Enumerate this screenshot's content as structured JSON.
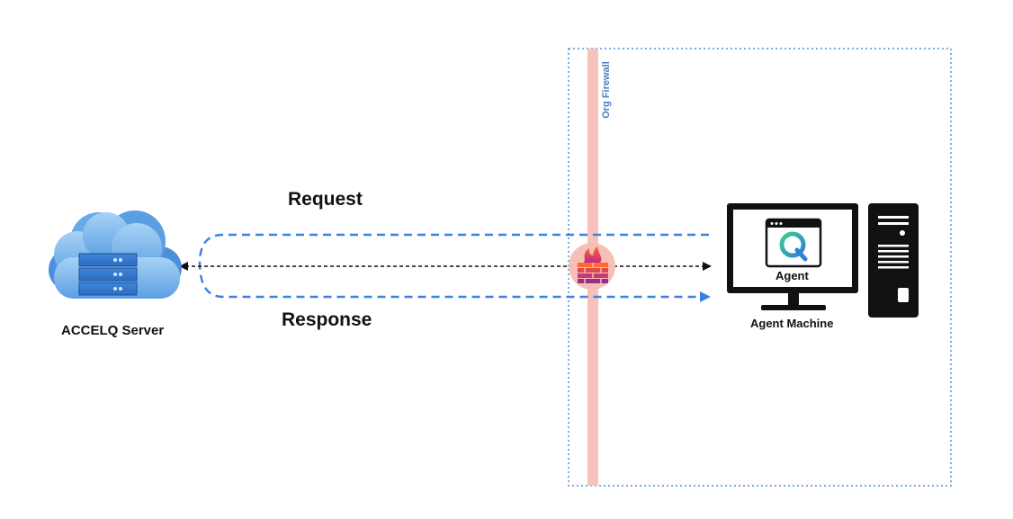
{
  "labels": {
    "request": "Request",
    "response": "Response",
    "server": "ACCELQ Server",
    "agent_machine": "Agent Machine",
    "agent": "Agent",
    "firewall": "Org Firewall"
  },
  "icons": {
    "server": "cloud-server-icon",
    "firewall": "firewall-icon",
    "monitor": "monitor-icon",
    "tower": "computer-tower-icon",
    "app_logo": "q-logo-icon"
  },
  "colors": {
    "arrow_blue": "#3b82e0",
    "firewall_band": "#f6c2bc",
    "boundary": "#4a90d9",
    "cloud_light": "#8ec3f0",
    "cloud_dark": "#4c8fdc",
    "logo_green": "#3bcf8e",
    "logo_blue": "#2f7fd6",
    "dark": "#111111"
  }
}
